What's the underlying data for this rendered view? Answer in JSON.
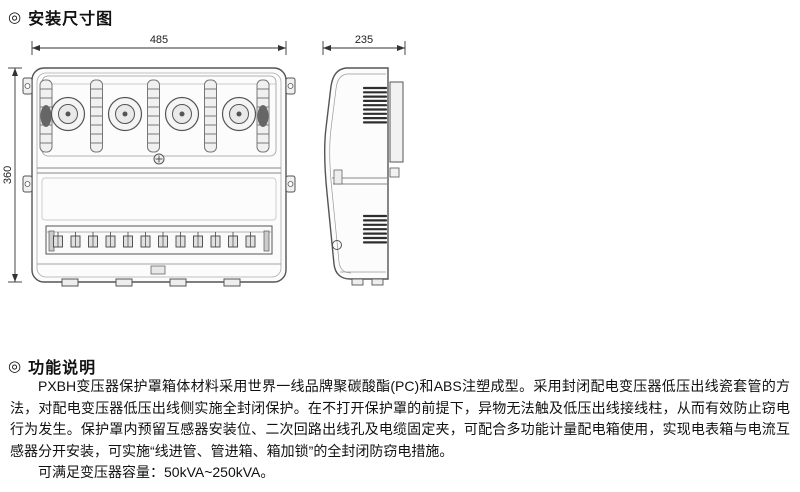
{
  "sections": {
    "marker": "◎",
    "dimension_title": "安装尺寸图",
    "function_title": "功能说明"
  },
  "diagram": {
    "front_width_mm": "485",
    "front_height_mm": "360",
    "side_depth_mm": "235"
  },
  "function_text": {
    "paragraph": "PXBH变压器保护罩箱体材料采用世界一线品牌聚碳酸酯(PC)和ABS注塑成型。采用封闭配电变压器低压出线瓷套管的方法，对配电变压器低压出线侧实施全封闭保护。在不打开保护罩的前提下，异物无法触及低压出线接线柱，从而有效防止窃电行为发生。保护罩内预留互感器安装位、二次回路出线孔及电缆固定夹，可配合多功能计量配电箱使用，实现电表箱与电流互感器分开安装，可实施“线进管、管进箱、箱加锁”的全封闭防窃电措施。",
    "capacity": "可满足变压器容量：50kVA~250kVA。"
  }
}
